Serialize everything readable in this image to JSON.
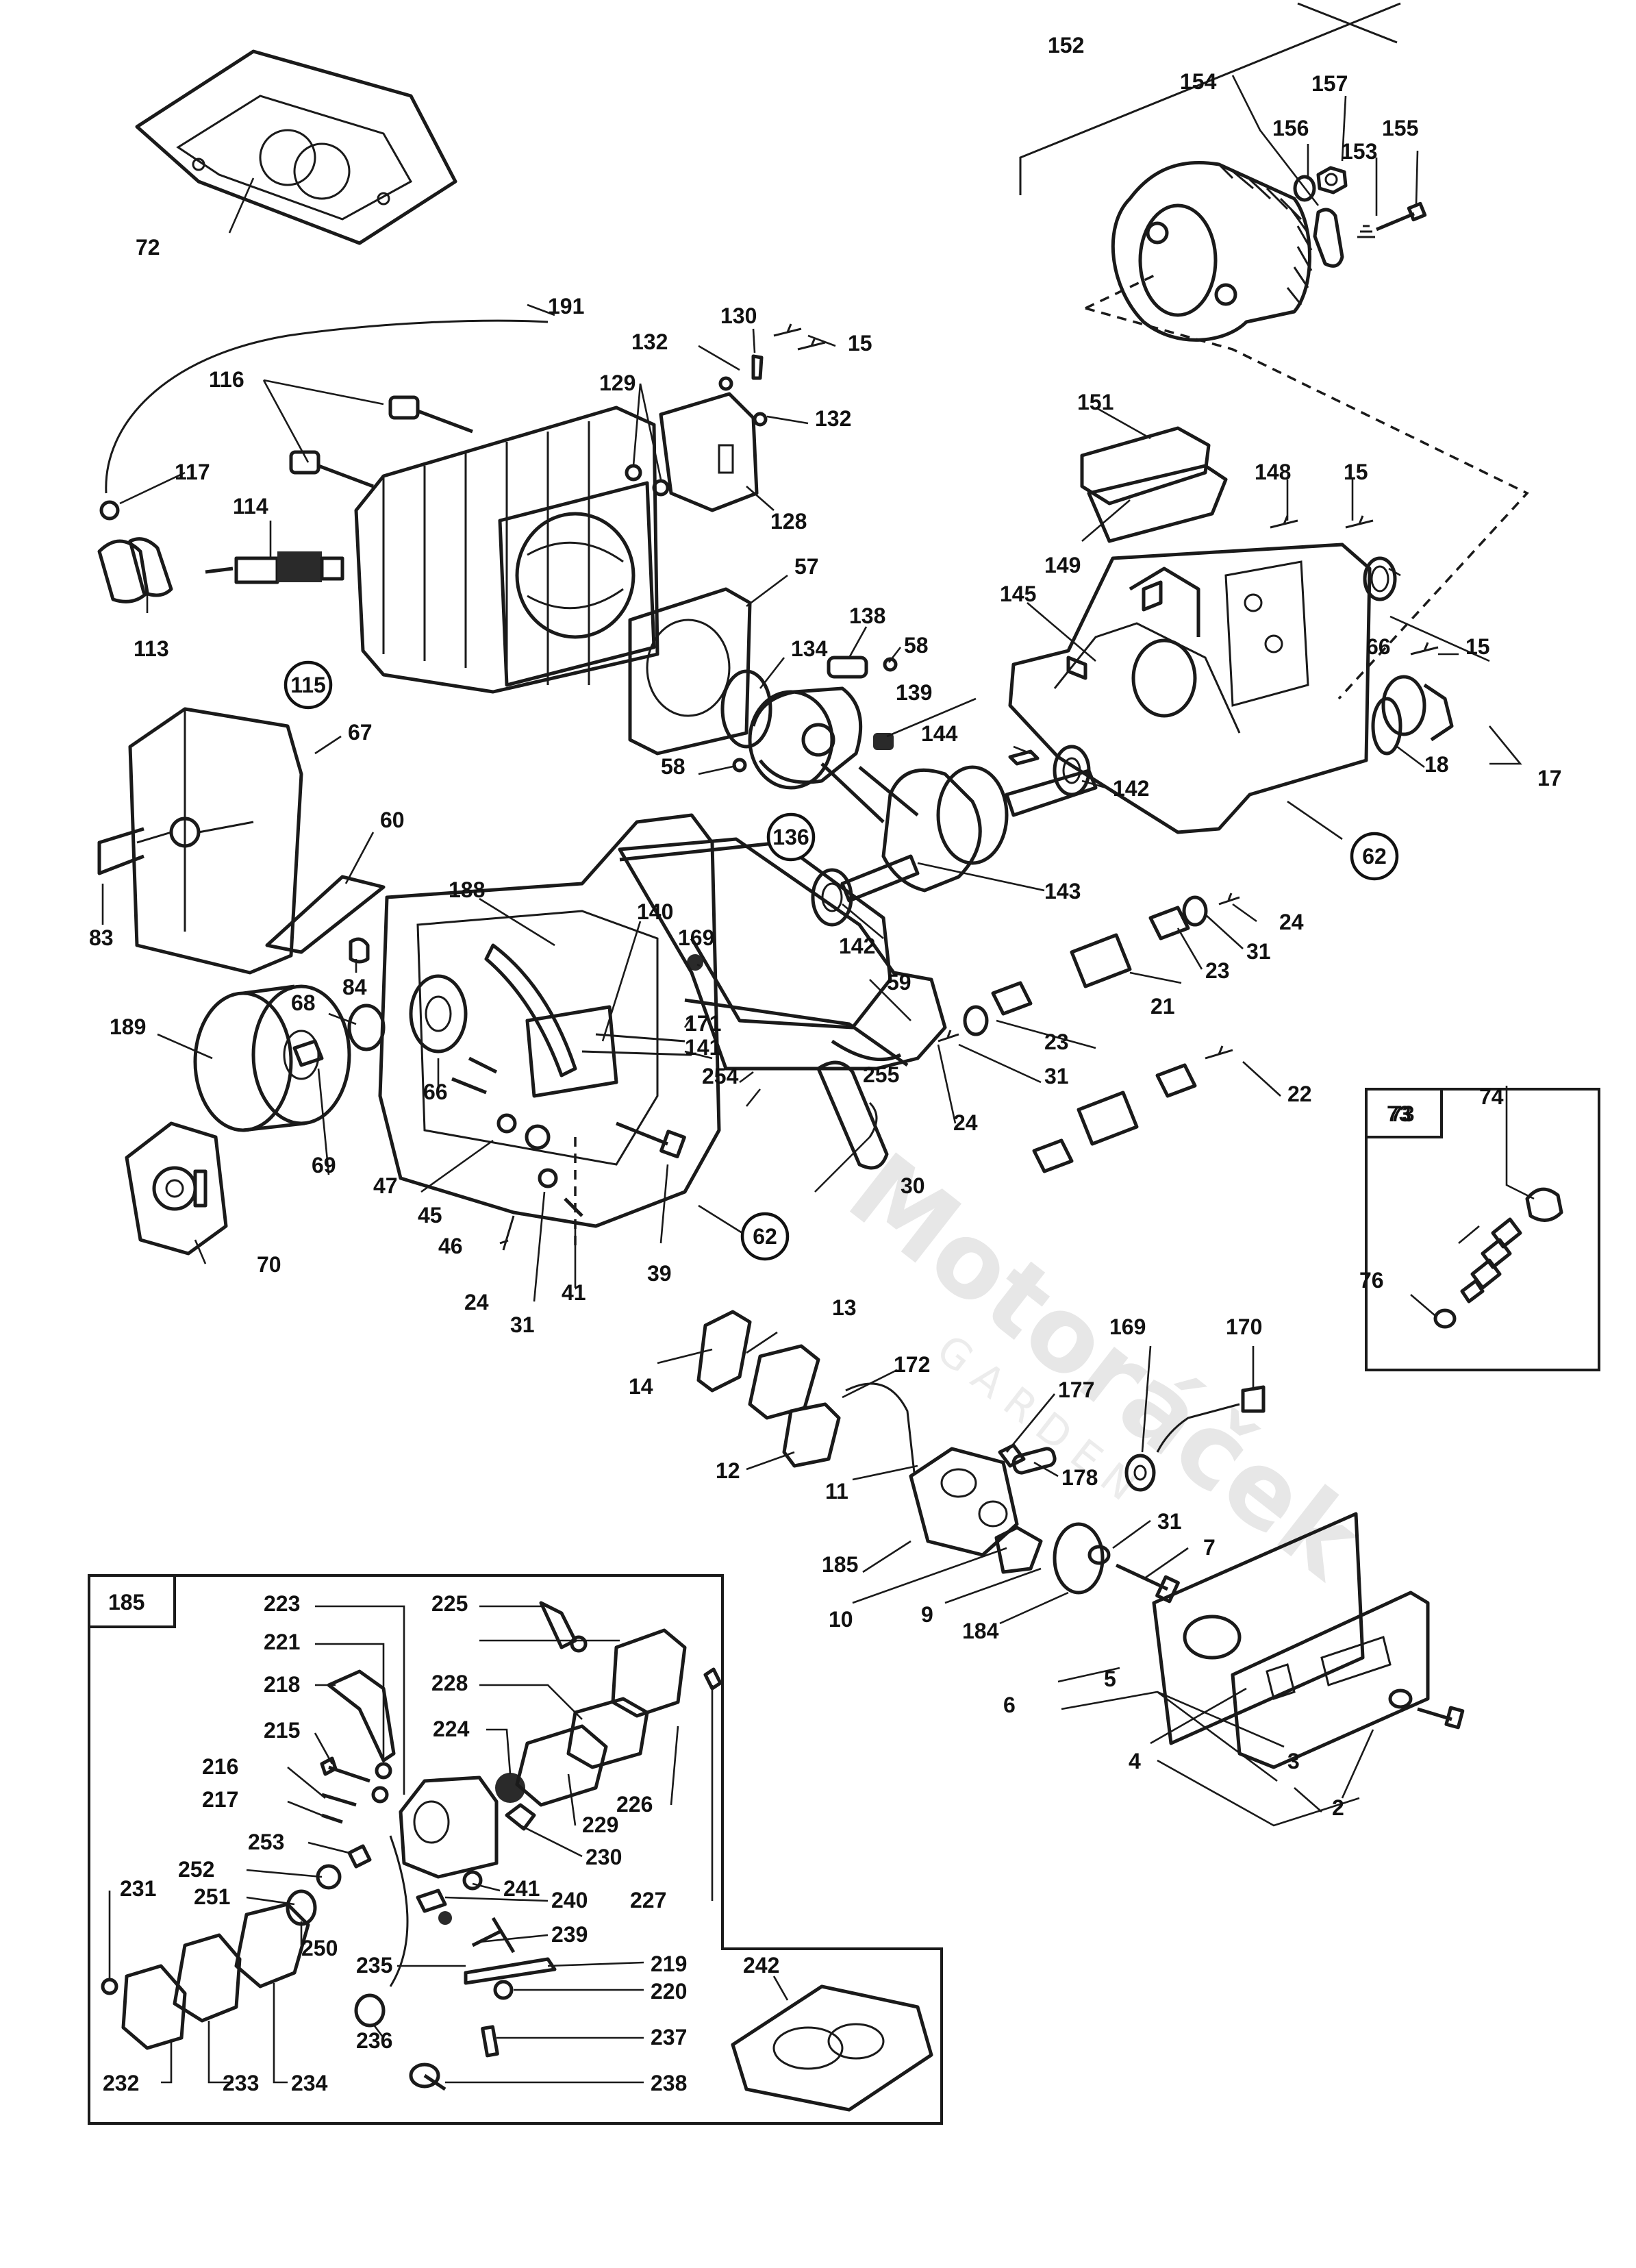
{
  "watermark": {
    "brand": "Motoráček",
    "tagline": "GARDEN"
  },
  "boxes": {
    "detail_73": "73",
    "detail_185": "185"
  },
  "labels": [
    {
      "id": "l152",
      "text": "152"
    },
    {
      "id": "l154",
      "text": "154"
    },
    {
      "id": "l157",
      "text": "157"
    },
    {
      "id": "l156",
      "text": "156"
    },
    {
      "id": "l153",
      "text": "153"
    },
    {
      "id": "l155",
      "text": "155"
    },
    {
      "id": "l72",
      "text": "72"
    },
    {
      "id": "l191",
      "text": "191"
    },
    {
      "id": "l130",
      "text": "130"
    },
    {
      "id": "l132a",
      "text": "132"
    },
    {
      "id": "l15a",
      "text": "15"
    },
    {
      "id": "l132b",
      "text": "132"
    },
    {
      "id": "l116",
      "text": "116"
    },
    {
      "id": "l129",
      "text": "129"
    },
    {
      "id": "l117",
      "text": "117"
    },
    {
      "id": "l114",
      "text": "114"
    },
    {
      "id": "l128",
      "text": "128"
    },
    {
      "id": "l113",
      "text": "113"
    },
    {
      "id": "l151",
      "text": "151"
    },
    {
      "id": "l148",
      "text": "148"
    },
    {
      "id": "l15b",
      "text": "15"
    },
    {
      "id": "l149",
      "text": "149"
    },
    {
      "id": "l57",
      "text": "57"
    },
    {
      "id": "l138",
      "text": "138"
    },
    {
      "id": "l58a",
      "text": "58"
    },
    {
      "id": "l134",
      "text": "134"
    },
    {
      "id": "l139",
      "text": "139"
    },
    {
      "id": "l145",
      "text": "145"
    },
    {
      "id": "l66a",
      "text": "66"
    },
    {
      "id": "l15c",
      "text": "15"
    },
    {
      "id": "l67",
      "text": "67"
    },
    {
      "id": "l58b",
      "text": "58"
    },
    {
      "id": "l144",
      "text": "144"
    },
    {
      "id": "l18",
      "text": "18"
    },
    {
      "id": "l17",
      "text": "17"
    },
    {
      "id": "l60",
      "text": "60"
    },
    {
      "id": "l142a",
      "text": "142"
    },
    {
      "id": "l188",
      "text": "188"
    },
    {
      "id": "l140",
      "text": "140"
    },
    {
      "id": "l169a",
      "text": "169"
    },
    {
      "id": "l143",
      "text": "143"
    },
    {
      "id": "l24a",
      "text": "24"
    },
    {
      "id": "l83",
      "text": "83"
    },
    {
      "id": "l84",
      "text": "84"
    },
    {
      "id": "l142b",
      "text": "142"
    },
    {
      "id": "l31a",
      "text": "31"
    },
    {
      "id": "l59",
      "text": "59"
    },
    {
      "id": "l23a",
      "text": "23"
    },
    {
      "id": "l68",
      "text": "68"
    },
    {
      "id": "l21",
      "text": "21"
    },
    {
      "id": "l189",
      "text": "189"
    },
    {
      "id": "l171",
      "text": "171"
    },
    {
      "id": "l141",
      "text": "141"
    },
    {
      "id": "l255",
      "text": "255"
    },
    {
      "id": "l23b",
      "text": "23"
    },
    {
      "id": "l254",
      "text": "254"
    },
    {
      "id": "l66b",
      "text": "66"
    },
    {
      "id": "l31b",
      "text": "31"
    },
    {
      "id": "l24b",
      "text": "24"
    },
    {
      "id": "l22",
      "text": "22"
    },
    {
      "id": "l73",
      "text": "73"
    },
    {
      "id": "l74",
      "text": "74"
    },
    {
      "id": "l69",
      "text": "69"
    },
    {
      "id": "l47",
      "text": "47"
    },
    {
      "id": "l45",
      "text": "45"
    },
    {
      "id": "l46",
      "text": "46"
    },
    {
      "id": "l30",
      "text": "30"
    },
    {
      "id": "l70",
      "text": "70"
    },
    {
      "id": "l39",
      "text": "39"
    },
    {
      "id": "l24c",
      "text": "24"
    },
    {
      "id": "l41",
      "text": "41"
    },
    {
      "id": "l31c",
      "text": "31"
    },
    {
      "id": "l76",
      "text": "76"
    },
    {
      "id": "l13",
      "text": "13"
    },
    {
      "id": "l169b",
      "text": "169"
    },
    {
      "id": "l170",
      "text": "170"
    },
    {
      "id": "l14",
      "text": "14"
    },
    {
      "id": "l172",
      "text": "172"
    },
    {
      "id": "l177",
      "text": "177"
    },
    {
      "id": "l12",
      "text": "12"
    },
    {
      "id": "l178",
      "text": "178"
    },
    {
      "id": "l11",
      "text": "11"
    },
    {
      "id": "l31d",
      "text": "31"
    },
    {
      "id": "l185",
      "text": "185"
    },
    {
      "id": "l7",
      "text": "7"
    },
    {
      "id": "l10",
      "text": "10"
    },
    {
      "id": "l9",
      "text": "9"
    },
    {
      "id": "l184",
      "text": "184"
    },
    {
      "id": "l5",
      "text": "5"
    },
    {
      "id": "l6",
      "text": "6"
    },
    {
      "id": "l4",
      "text": "4"
    },
    {
      "id": "l3",
      "text": "3"
    },
    {
      "id": "l2",
      "text": "2"
    },
    {
      "id": "l223",
      "text": "223"
    },
    {
      "id": "l225",
      "text": "225"
    },
    {
      "id": "l221",
      "text": "221"
    },
    {
      "id": "l228",
      "text": "228"
    },
    {
      "id": "l218",
      "text": "218"
    },
    {
      "id": "l224",
      "text": "224"
    },
    {
      "id": "l215",
      "text": "215"
    },
    {
      "id": "l216",
      "text": "216"
    },
    {
      "id": "l226",
      "text": "226"
    },
    {
      "id": "l217",
      "text": "217"
    },
    {
      "id": "l229",
      "text": "229"
    },
    {
      "id": "l253",
      "text": "253"
    },
    {
      "id": "l230",
      "text": "230"
    },
    {
      "id": "l252",
      "text": "252"
    },
    {
      "id": "l241",
      "text": "241"
    },
    {
      "id": "l231",
      "text": "231"
    },
    {
      "id": "l251",
      "text": "251"
    },
    {
      "id": "l227",
      "text": "227"
    },
    {
      "id": "l240",
      "text": "240"
    },
    {
      "id": "l250",
      "text": "250"
    },
    {
      "id": "l239",
      "text": "239"
    },
    {
      "id": "l235",
      "text": "235"
    },
    {
      "id": "l219",
      "text": "219"
    },
    {
      "id": "l242",
      "text": "242"
    },
    {
      "id": "l220",
      "text": "220"
    },
    {
      "id": "l236",
      "text": "236"
    },
    {
      "id": "l237",
      "text": "237"
    },
    {
      "id": "l232",
      "text": "232"
    },
    {
      "id": "l233",
      "text": "233"
    },
    {
      "id": "l234",
      "text": "234"
    },
    {
      "id": "l238",
      "text": "238"
    }
  ],
  "circled_labels": [
    {
      "id": "c115",
      "text": "115"
    },
    {
      "id": "c136",
      "text": "136"
    },
    {
      "id": "c62a",
      "text": "62"
    },
    {
      "id": "c62b",
      "text": "62"
    }
  ]
}
